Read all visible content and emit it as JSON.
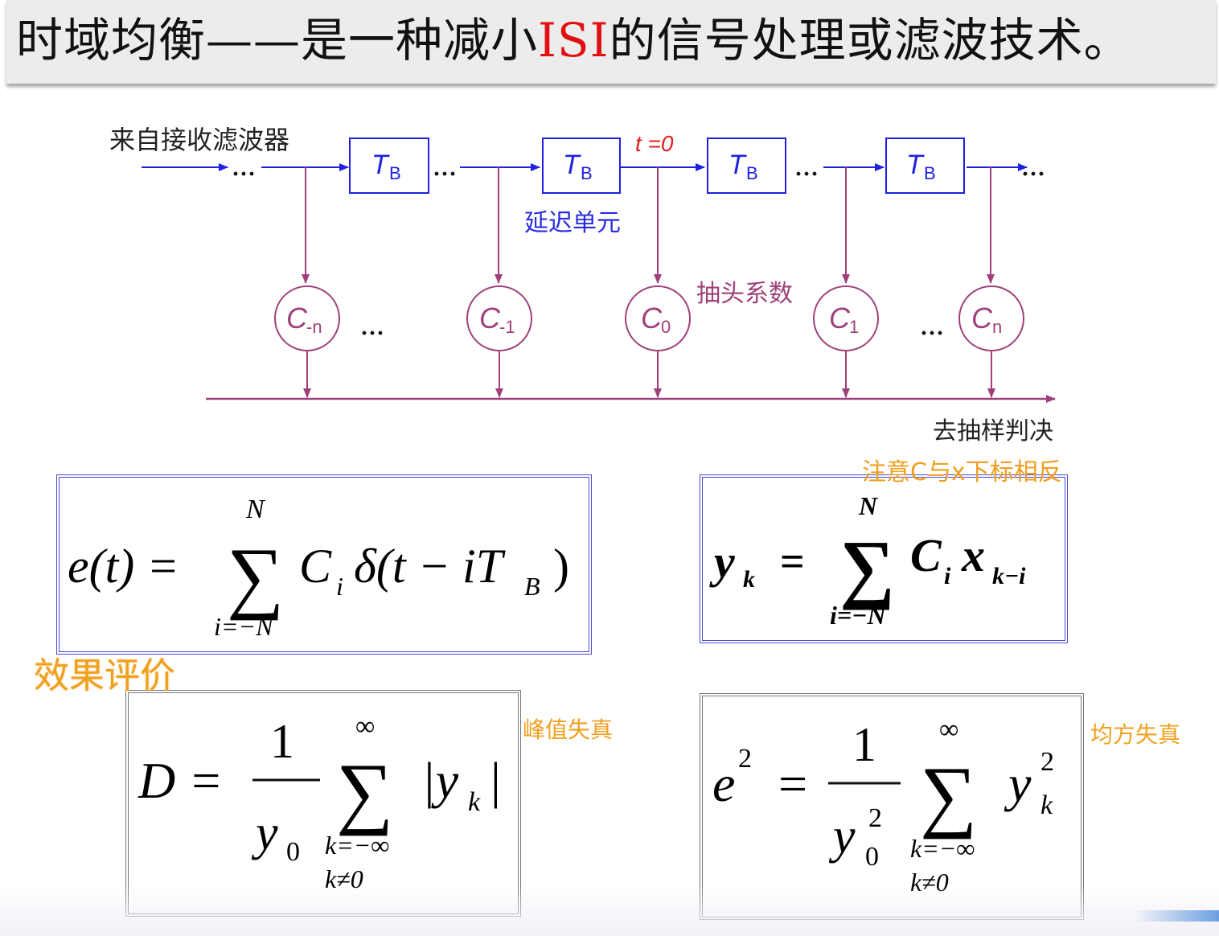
{
  "header": {
    "title_before": "时域均衡——是一种减小",
    "title_highlight": "ISI",
    "title_after": "的信号处理或滤波技术。"
  },
  "diagram": {
    "input_label": "来自接收滤波器",
    "delay_label": "T",
    "delay_sub": "B",
    "t0_label": "t =0",
    "delay_unit_label": "延迟单元",
    "tap_coeff_label": "抽头系数",
    "output_label": "去抽样判决",
    "ellipsis": "···",
    "taps": [
      {
        "label": "C",
        "sub": "-n"
      },
      {
        "label": "C",
        "sub": "-1"
      },
      {
        "label": "C",
        "sub": "0"
      },
      {
        "label": "C",
        "sub": "1"
      },
      {
        "label": "C",
        "sub": "n"
      }
    ],
    "colors": {
      "signal": "#2020e0",
      "tap": "#a0407a",
      "t0": "#e02020",
      "label_blue": "#2a2ae0"
    }
  },
  "formulas": {
    "impulse": {
      "lhs": "e(t) =",
      "sum_top": "N",
      "sum_bottom": "i=−N",
      "sigma": "∑",
      "c": "C",
      "c_sub": "i",
      "delta": "δ(t − iT",
      "delta_sub": "B",
      "close": ")"
    },
    "output": {
      "lhs": "y",
      "lhs_sub": "k",
      "eq": "=",
      "sum_top": "N",
      "sum_bottom": "i=−N",
      "sigma": "∑",
      "c": "C",
      "c_sub": "i",
      "x": "x",
      "x_sub": "k−i"
    },
    "peak": {
      "lhs": "D =",
      "num": "1",
      "den": "y",
      "den_sub": "0",
      "sum_top": "∞",
      "sum_bottom1": "k=−∞",
      "sum_bottom2": "k≠0",
      "sigma": "∑",
      "body": "|y",
      "body_sub": "k",
      "body_close": "|"
    },
    "mse": {
      "lhs": "e",
      "lhs_sup": "2",
      "eq": "=",
      "num": "1",
      "den": "y",
      "den_sup": "2",
      "den_sub": "0",
      "sum_top": "∞",
      "sum_bottom1": "k=−∞",
      "sum_bottom2": "k≠0",
      "sigma": "∑",
      "body": "y",
      "body_sup": "2",
      "body_sub": "k"
    }
  },
  "notes": {
    "subscript_note": "注意C与x下标相反",
    "evaluation": "效果评价",
    "peak_distortion": "峰值失真",
    "mse_distortion": "均方失真"
  }
}
